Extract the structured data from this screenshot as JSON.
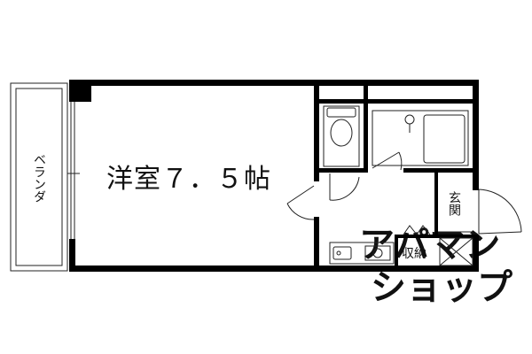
{
  "floor_plan": {
    "rooms": {
      "main_room": "洋室７．５帖",
      "balcony": "ベランダ",
      "entrance": "玄関",
      "storage": "収納"
    },
    "watermark": "アパマンショップ",
    "colors": {
      "wall": "#000000",
      "line": "#222222",
      "watermark": "#dedede",
      "background": "#ffffff"
    }
  }
}
